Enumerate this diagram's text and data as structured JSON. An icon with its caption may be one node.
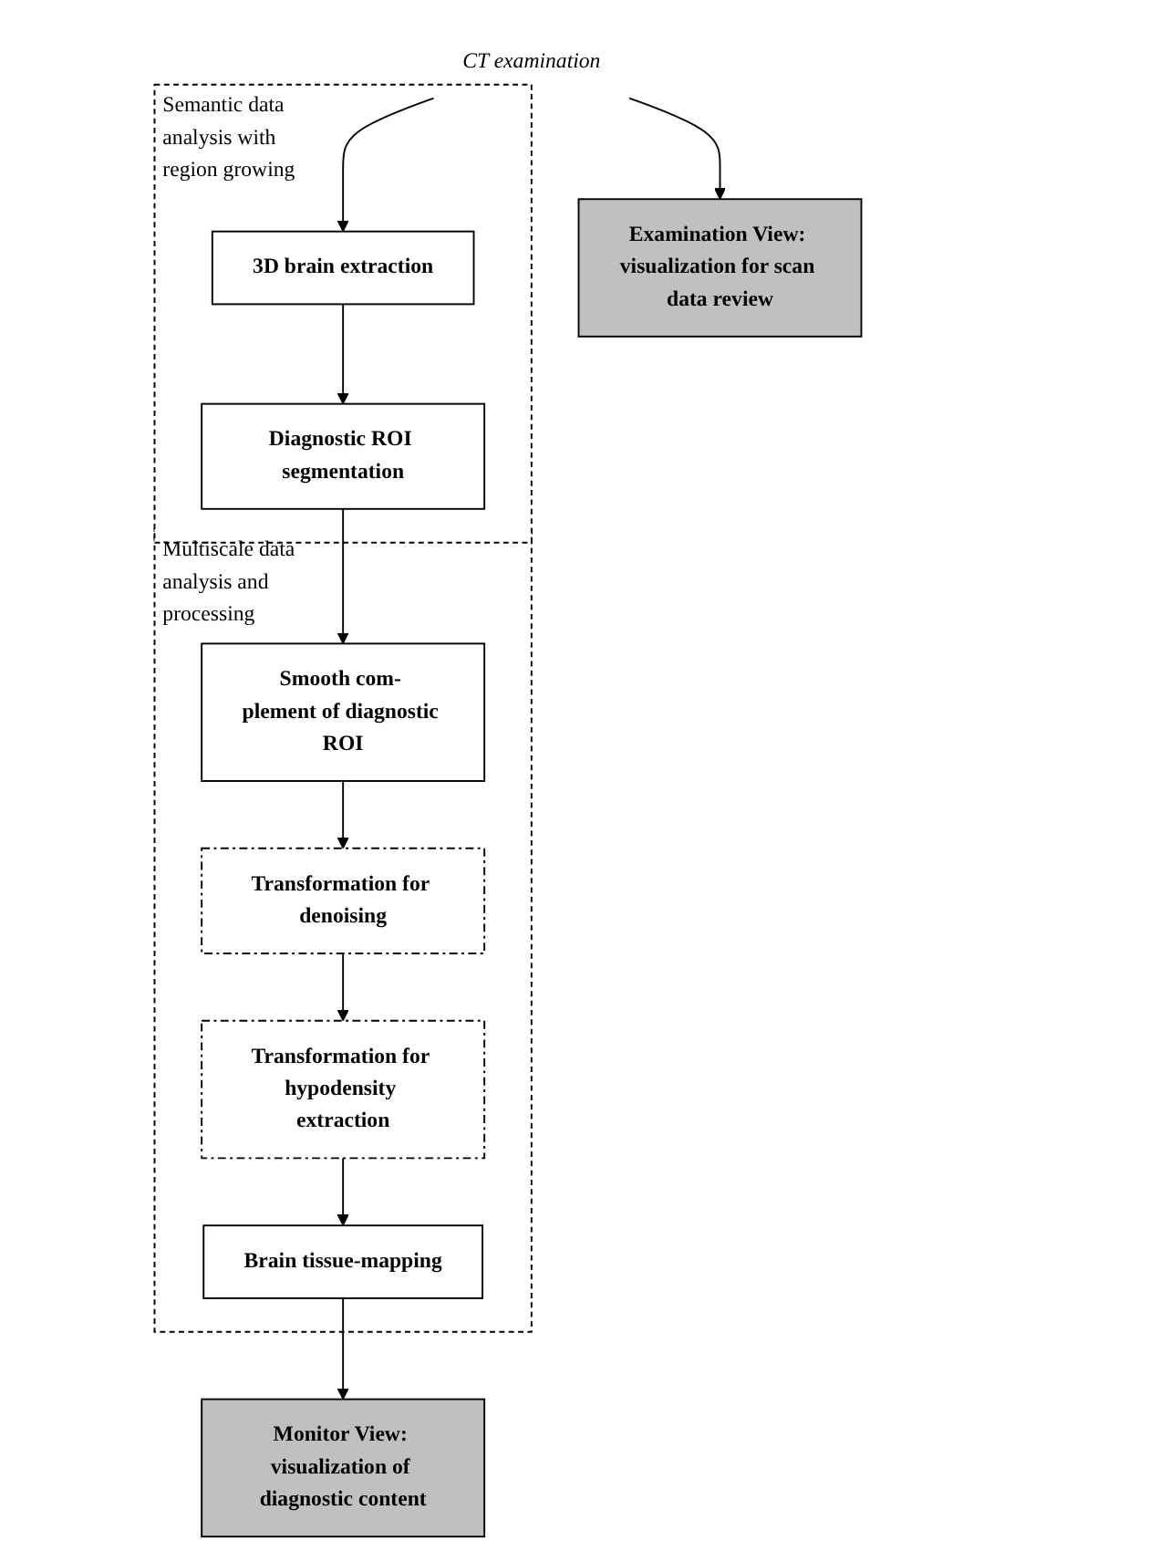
{
  "diagram": {
    "nodes": [
      {
        "text": [
          "CT examination"
        ]
      },
      {
        "text": [
          "Semantic data analysis with region growing"
        ]
      },
      {
        "text": [
          "3D brain extraction"
        ],
        "in": 1
      },
      {
        "text": [
          "Diagnostic ROI segmentation"
        ],
        "in": 1
      },
      {
        "text": [
          "Examination View: visualization for scan data review"
        ]
      },
      {
        "text": [
          "Multiscale data analysis and processing"
        ]
      },
      {
        "text": [
          "Smooth com- plement of diagnostic ROI"
        ],
        "in": 5
      },
      {
        "text": [
          "Transformation for denoising"
        ],
        "in": 5
      },
      {
        "text": [
          "Transformation for hypodensity extraction"
        ],
        "in": 5
      },
      {
        "text": [
          "Brain tissue-mapping"
        ],
        "in": 5
      },
      {
        "text": [
          "Monitor View: visualization of diagnostic content"
        ]
      }
    ],
    "edges": [
      {
        "from": 0,
        "to": 2,
        "arrow": "to"
      },
      {
        "from": 0,
        "to": 4,
        "arrow": "to"
      },
      {
        "from": 2,
        "to": 3,
        "arrow": "to"
      },
      {
        "from": 3,
        "to": 6,
        "arrow": "to"
      },
      {
        "from": 6,
        "to": 7,
        "arrow": "to"
      },
      {
        "from": 7,
        "to": 8,
        "arrow": "to"
      },
      {
        "from": 8,
        "to": 9,
        "arrow": "to"
      },
      {
        "from": 9,
        "to": 10,
        "arrow": "to"
      }
    ]
  }
}
